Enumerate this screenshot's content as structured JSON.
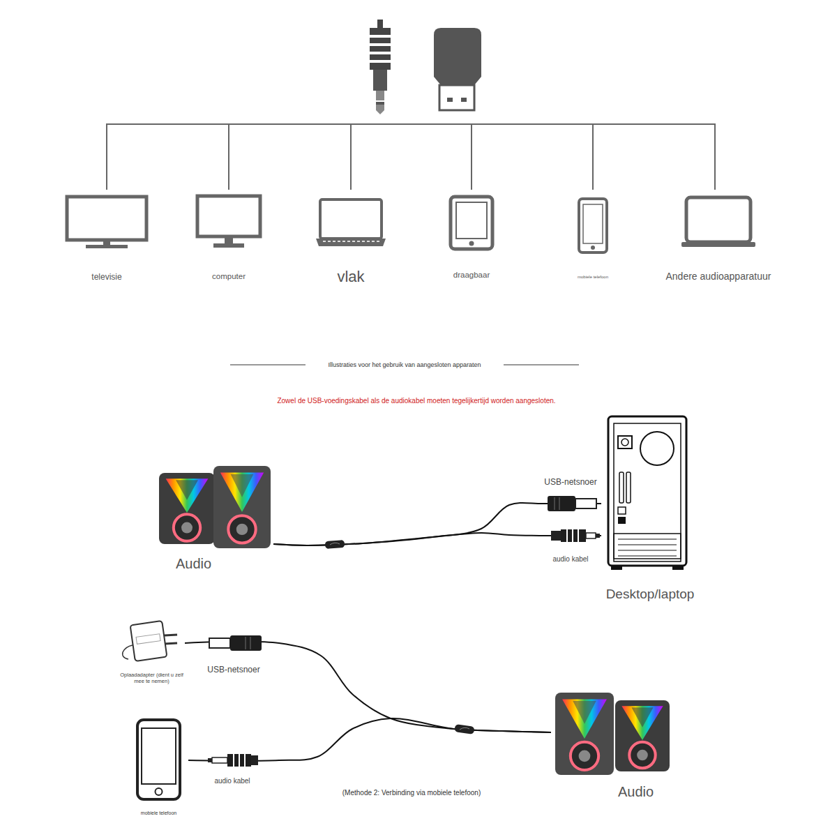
{
  "diagram": {
    "nodes": [
      {
        "text": [
          "televisie"
        ]
      },
      {
        "text": [
          "computer"
        ]
      },
      {
        "text": [
          "vlak"
        ]
      },
      {
        "text": [
          "draagbaar"
        ]
      },
      {
        "text": [
          "mobiele telefoon"
        ]
      },
      {
        "text": [
          "Andere audioapparatuur"
        ]
      },
      {
        "text": [
          "Audio"
        ]
      },
      {
        "text": [
          "Desktop/laptop"
        ]
      },
      {
        "text": [
          "Oplaadadapter (dient u zelf mee te nemen)"
        ]
      },
      {
        "text": [
          "mobiele telefoon"
        ]
      },
      {
        "text": [
          "Audio"
        ]
      }
    ],
    "edges": [
      {
        "from": 6,
        "to": 7,
        "label": "USB-netsnoer",
        "arrow": "none"
      },
      {
        "from": 6,
        "to": 7,
        "label": "audio kabel",
        "arrow": "none"
      },
      {
        "from": 10,
        "to": 8,
        "label": "USB-netsnoer",
        "arrow": "none"
      },
      {
        "from": 10,
        "to": 9,
        "label": "audio kabel",
        "arrow": "none"
      }
    ],
    "labels": [
      "Illustraties voor het gebruik van aangesloten apparaten",
      "Zowel de USB-voedingskabel als de audiokabel moeten tegelijkertijd worden aangesloten.",
      "(Methode 2: Verbinding via mobiele telefoon)"
    ]
  }
}
